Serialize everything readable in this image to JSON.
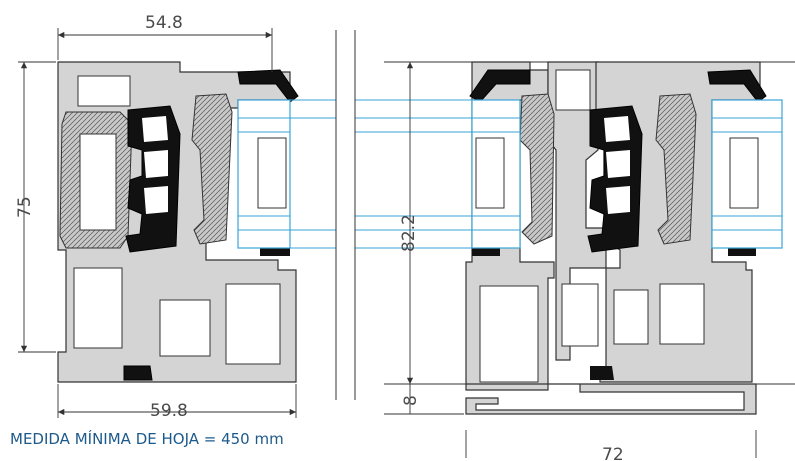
{
  "dimensions": {
    "top_width": "54.8",
    "bottom_width": "59.8",
    "left_height": "75",
    "center_height": "82.2",
    "bottom_offset": "8",
    "right_width": "72"
  },
  "note": "MEDIDA MÍNIMA DE HOJA = 450 mm",
  "colors": {
    "line": "#333333",
    "aluminium": "#d4d4d4",
    "gasket": "#111111",
    "glass": "#3aa3d8",
    "insulation": "#b5b5b5",
    "note": "#1d5a8c"
  }
}
